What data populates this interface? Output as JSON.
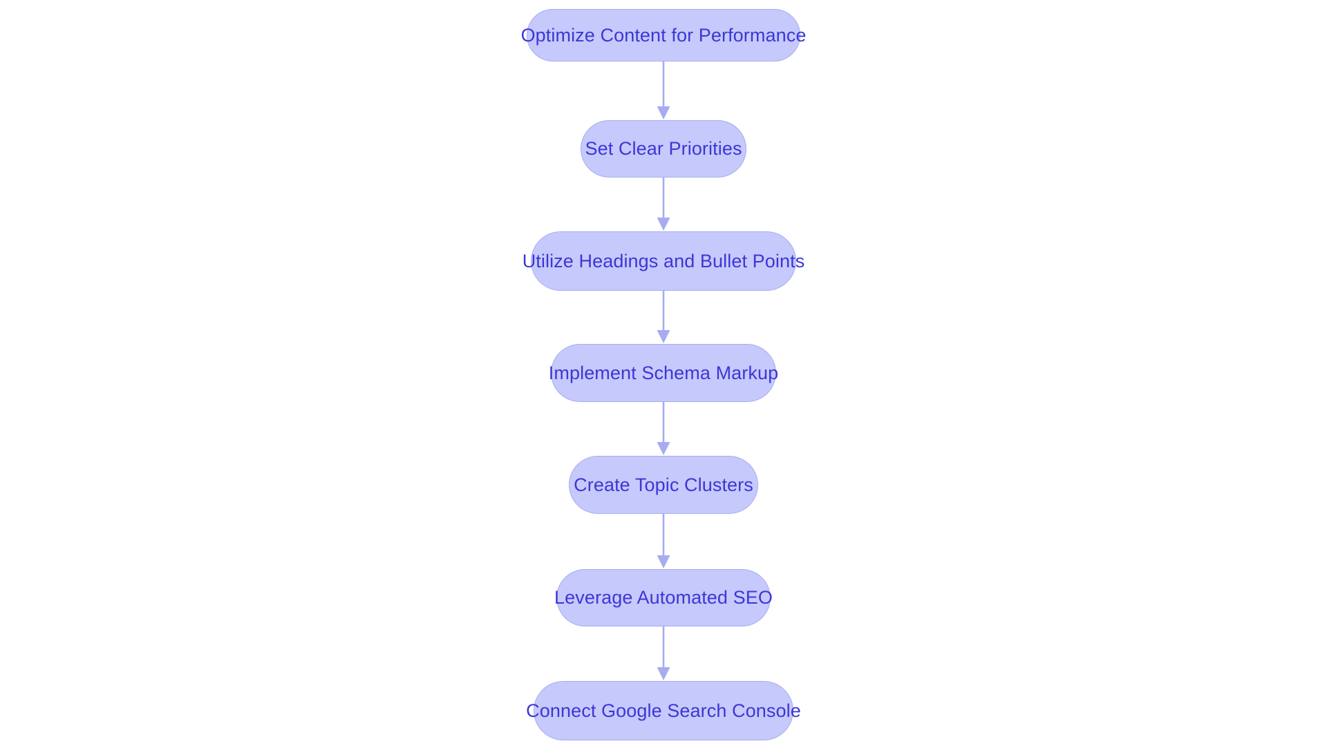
{
  "diagram": {
    "type": "flowchart",
    "orientation": "top-to-bottom",
    "title": "Optimize Content for Performance",
    "background_color": "#ffffff",
    "node_fill_color": "#c6c9fb",
    "node_border_color": "#a7acf0",
    "node_text_color": "#3b37d6",
    "edge_color": "#a7acf0",
    "node_shape": "stadium",
    "node_count": 7,
    "edge_count": 6,
    "nodes": [
      {
        "id": "n0",
        "label": "Optimize Content for Performance"
      },
      {
        "id": "n1",
        "label": "Set Clear Priorities"
      },
      {
        "id": "n2",
        "label": "Utilize Headings and Bullet Points"
      },
      {
        "id": "n3",
        "label": "Implement Schema Markup"
      },
      {
        "id": "n4",
        "label": "Create Topic Clusters"
      },
      {
        "id": "n5",
        "label": "Leverage Automated SEO"
      },
      {
        "id": "n6",
        "label": "Connect Google Search Console"
      }
    ],
    "edges": [
      {
        "id": "e0",
        "from": "n0",
        "to": "n1",
        "label": "",
        "arrow": "arrow-down-icon"
      },
      {
        "id": "e1",
        "from": "n1",
        "to": "n2",
        "label": "",
        "arrow": "arrow-down-icon"
      },
      {
        "id": "e2",
        "from": "n2",
        "to": "n3",
        "label": "",
        "arrow": "arrow-down-icon"
      },
      {
        "id": "e3",
        "from": "n3",
        "to": "n4",
        "label": "",
        "arrow": "arrow-down-icon"
      },
      {
        "id": "e4",
        "from": "n4",
        "to": "n5",
        "label": "",
        "arrow": "arrow-down-icon"
      },
      {
        "id": "e5",
        "from": "n5",
        "to": "n6",
        "label": "",
        "arrow": "arrow-down-icon"
      }
    ]
  }
}
